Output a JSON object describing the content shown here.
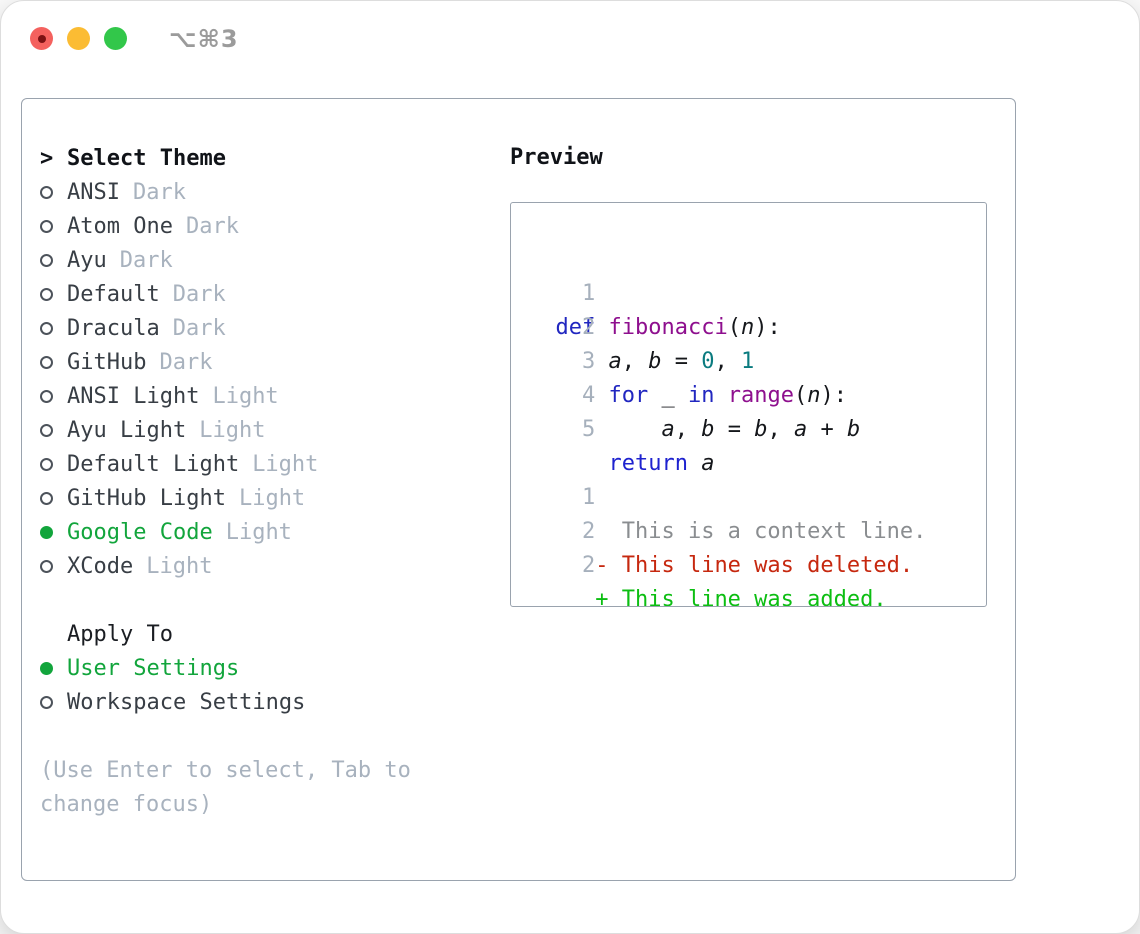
{
  "window": {
    "title": "⌥⌘3"
  },
  "traffic_lights": [
    {
      "name": "close",
      "color": "#f4615e"
    },
    {
      "name": "minimize",
      "color": "#fbbc33"
    },
    {
      "name": "maximize",
      "color": "#32c74a"
    }
  ],
  "theme_panel": {
    "header": {
      "prompt": ">",
      "label": "Select Theme"
    },
    "themes": [
      {
        "name": "ANSI",
        "variant": "Dark",
        "selected": false
      },
      {
        "name": "Atom One",
        "variant": "Dark",
        "selected": false
      },
      {
        "name": "Ayu",
        "variant": "Dark",
        "selected": false
      },
      {
        "name": "Default",
        "variant": "Dark",
        "selected": false
      },
      {
        "name": "Dracula",
        "variant": "Dark",
        "selected": false
      },
      {
        "name": "GitHub",
        "variant": "Dark",
        "selected": false
      },
      {
        "name": "ANSI Light",
        "variant": "Light",
        "selected": false
      },
      {
        "name": "Ayu Light",
        "variant": "Light",
        "selected": false
      },
      {
        "name": "Default Light",
        "variant": "Light",
        "selected": false
      },
      {
        "name": "GitHub Light",
        "variant": "Light",
        "selected": false
      },
      {
        "name": "Google Code",
        "variant": "Light",
        "selected": true
      },
      {
        "name": "XCode",
        "variant": "Light",
        "selected": false
      }
    ],
    "apply_to": {
      "label": "Apply To",
      "options": [
        {
          "label": "User Settings",
          "selected": true
        },
        {
          "label": "Workspace Settings",
          "selected": false
        }
      ]
    },
    "hint_line1": "(Use Enter to select, Tab to",
    "hint_line2": "change focus)"
  },
  "preview": {
    "title": "Preview",
    "code_lines": [
      {
        "num": "1",
        "tokens": [
          {
            "t": "def",
            "c": "kw"
          },
          {
            "t": " ",
            "c": "pl"
          },
          {
            "t": "fibonacci",
            "c": "fn"
          },
          {
            "t": "(",
            "c": "pl"
          },
          {
            "t": "n",
            "c": "var"
          },
          {
            "t": "):",
            "c": "pl"
          }
        ]
      },
      {
        "num": "2",
        "tokens": [
          {
            "t": "    ",
            "c": "pl"
          },
          {
            "t": "a",
            "c": "var"
          },
          {
            "t": ", ",
            "c": "pl"
          },
          {
            "t": "b",
            "c": "var"
          },
          {
            "t": " = ",
            "c": "pl"
          },
          {
            "t": "0",
            "c": "lit"
          },
          {
            "t": ", ",
            "c": "pl"
          },
          {
            "t": "1",
            "c": "lit"
          }
        ]
      },
      {
        "num": "3",
        "tokens": [
          {
            "t": "    ",
            "c": "pl"
          },
          {
            "t": "for",
            "c": "kw"
          },
          {
            "t": " _ ",
            "c": "pl"
          },
          {
            "t": "in",
            "c": "kw"
          },
          {
            "t": " ",
            "c": "pl"
          },
          {
            "t": "range",
            "c": "fn"
          },
          {
            "t": "(",
            "c": "pl"
          },
          {
            "t": "n",
            "c": "var"
          },
          {
            "t": "):",
            "c": "pl"
          }
        ]
      },
      {
        "num": "4",
        "tokens": [
          {
            "t": "        ",
            "c": "pl"
          },
          {
            "t": "a",
            "c": "var"
          },
          {
            "t": ", ",
            "c": "pl"
          },
          {
            "t": "b",
            "c": "var"
          },
          {
            "t": " = ",
            "c": "pl"
          },
          {
            "t": "b",
            "c": "var"
          },
          {
            "t": ", ",
            "c": "pl"
          },
          {
            "t": "a",
            "c": "var"
          },
          {
            "t": " + ",
            "c": "pl"
          },
          {
            "t": "b",
            "c": "var"
          }
        ]
      },
      {
        "num": "5",
        "tokens": [
          {
            "t": "    ",
            "c": "pl"
          },
          {
            "t": "return",
            "c": "kw2"
          },
          {
            "t": " ",
            "c": "pl"
          },
          {
            "t": "a",
            "c": "var"
          }
        ]
      }
    ],
    "diff_lines": [
      {
        "num": "1",
        "text": "     This is a context line.",
        "type": "ctx"
      },
      {
        "num": "2",
        "text": "   - This line was deleted.",
        "type": "del"
      },
      {
        "num": "2",
        "text": "   + This line was added.",
        "type": "add"
      }
    ]
  },
  "colors": {
    "accent_green": "#12a53c",
    "variant_label": "#a8b2be",
    "item_text": "#383e45",
    "header_text": "#101318",
    "hint_text": "#a8b2be",
    "border": "#9aa3ae",
    "line_number": "#a6b0bc",
    "kw": "#2127c0",
    "kw_return": "#1e22cf",
    "fn": "#8e0f8e",
    "lit": "#0a7b7f",
    "plain": "#15171b",
    "diff_ctx": "#8a8d90",
    "diff_del": "#c6280f",
    "diff_add": "#0cbe12",
    "traffic_red": "#f4615e",
    "traffic_red_dot": "#7c1113",
    "traffic_yellow": "#fbbc33",
    "traffic_green": "#32c74a",
    "title_text": "#9b9b9b"
  }
}
